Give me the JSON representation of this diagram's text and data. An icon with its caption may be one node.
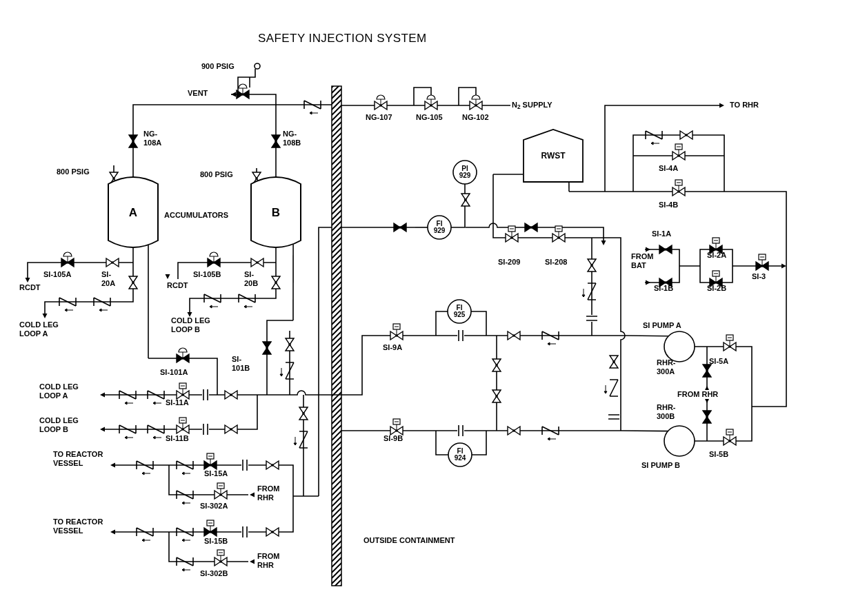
{
  "diagram": {
    "title": "SAFETY INJECTION SYSTEM",
    "nodes": [
      {
        "text": [
          "A"
        ]
      },
      {
        "text": [
          "B"
        ]
      },
      {
        "text": [
          "RWST"
        ]
      },
      {
        "text": [
          "PI 929"
        ]
      },
      {
        "text": [
          "FI 929"
        ]
      },
      {
        "text": [
          "FI 925"
        ]
      },
      {
        "text": [
          "FI 924"
        ]
      },
      {
        "text": [],
        "shape": "circle",
        "beside": [
          "SI PUMP A"
        ]
      },
      {
        "text": [],
        "shape": "circle",
        "beside": [
          "SI PUMP B"
        ]
      }
    ],
    "edges": [
      {
        "from": 0,
        "to": 1,
        "arrow": "none"
      },
      {
        "from": 4,
        "to": 3,
        "arrow": "none"
      },
      {
        "from": 7,
        "to": 8,
        "arrow": "none"
      },
      {
        "from": 0,
        "to": null,
        "arrow": "none"
      },
      {
        "from": 0,
        "to": null,
        "arrow": "none"
      },
      {
        "from": 1,
        "to": null,
        "arrow": "none"
      },
      {
        "from": 1,
        "to": null,
        "arrow": "none"
      },
      {
        "from": 2,
        "to": null,
        "arrow": "none"
      },
      {
        "from": 2,
        "to": null,
        "arrow": "none"
      },
      {
        "from": 4,
        "to": null,
        "arrow": "none"
      },
      {
        "from": 5,
        "to": null,
        "arrow": "none"
      },
      {
        "from": 5,
        "to": null,
        "arrow": "none"
      },
      {
        "from": 6,
        "to": null,
        "arrow": "none"
      },
      {
        "from": 6,
        "to": null,
        "arrow": "none"
      },
      {
        "from": 7,
        "to": null,
        "arrow": "none"
      },
      {
        "from": 8,
        "to": null,
        "arrow": "none"
      }
    ],
    "labels": [
      "900 PSIG",
      "VENT",
      "NG-107",
      "NG-105",
      "NG-102",
      "N$_{2}$ SUPPLY",
      "TO RHR",
      "NG- 108A",
      "NG- 108B",
      "800 PSIG",
      "800 PSIG",
      "ACCUMULATORS",
      "SI-4A",
      "SI-4B",
      "SI-1A",
      "SI-209",
      "SI-208",
      "FROM BAT",
      "SI-2A",
      "SI-105A",
      "SI- 20A",
      "RCDT",
      "SI-105B",
      "SI- 20B",
      "SI-3",
      "RCDT",
      "SI-1B",
      "SI-2B",
      "COLD LEG LOOP A",
      "COLD LEG LOOP B",
      "SI-9A",
      "SI-101A",
      "SI- 101B",
      "COLD LEG LOOP A",
      "SI-11A",
      "COLD LEG LOOP B",
      "SI-11B",
      "SI-9B",
      "TO REACTOR VESSEL",
      "SI-15A",
      "FROM RHR",
      "SI-302A",
      "TO REACTOR VESSEL",
      "SI-15B",
      "OUTSIDE CONTAINMENT",
      "FROM RHR",
      "SI-302B",
      "SI-5A",
      "RHR- 300A",
      "FROM RHR",
      "RHR- 300B",
      "SI-5B"
    ]
  }
}
